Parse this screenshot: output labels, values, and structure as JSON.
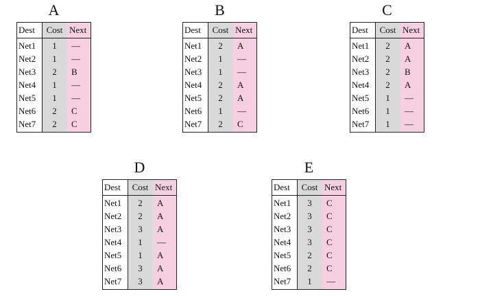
{
  "routers": [
    {
      "label": "A",
      "headers": {
        "dest": "Dest",
        "cost": "Cost",
        "next": "Next"
      },
      "rows": [
        {
          "dest": "Net1",
          "cost": "1",
          "next": "—"
        },
        {
          "dest": "Net2",
          "cost": "1",
          "next": "—"
        },
        {
          "dest": "Net3",
          "cost": "2",
          "next": "B"
        },
        {
          "dest": "Net4",
          "cost": "1",
          "next": "—"
        },
        {
          "dest": "Net5",
          "cost": "1",
          "next": "—"
        },
        {
          "dest": "Net6",
          "cost": "2",
          "next": "C"
        },
        {
          "dest": "Net7",
          "cost": "2",
          "next": "C"
        }
      ]
    },
    {
      "label": "B",
      "headers": {
        "dest": "Dest",
        "cost": "Cost",
        "next": "Next"
      },
      "rows": [
        {
          "dest": "Net1",
          "cost": "2",
          "next": "A"
        },
        {
          "dest": "Net2",
          "cost": "1",
          "next": "—"
        },
        {
          "dest": "Net3",
          "cost": "1",
          "next": "—"
        },
        {
          "dest": "Net4",
          "cost": "2",
          "next": "A"
        },
        {
          "dest": "Net5",
          "cost": "2",
          "next": "A"
        },
        {
          "dest": "Net6",
          "cost": "1",
          "next": "—"
        },
        {
          "dest": "Net7",
          "cost": "2",
          "next": "C"
        }
      ]
    },
    {
      "label": "C",
      "headers": {
        "dest": "Dest",
        "cost": "Cost",
        "next": "Next"
      },
      "rows": [
        {
          "dest": "Net1",
          "cost": "2",
          "next": "A"
        },
        {
          "dest": "Net2",
          "cost": "2",
          "next": "A"
        },
        {
          "dest": "Net3",
          "cost": "2",
          "next": "B"
        },
        {
          "dest": "Net4",
          "cost": "2",
          "next": "A"
        },
        {
          "dest": "Net5",
          "cost": "1",
          "next": "—"
        },
        {
          "dest": "Net6",
          "cost": "1",
          "next": "—"
        },
        {
          "dest": "Net7",
          "cost": "1",
          "next": "—"
        }
      ]
    },
    {
      "label": "D",
      "headers": {
        "dest": "Dest",
        "cost": "Cost",
        "next": "Next"
      },
      "rows": [
        {
          "dest": "Net1",
          "cost": "2",
          "next": "A"
        },
        {
          "dest": "Net2",
          "cost": "2",
          "next": "A"
        },
        {
          "dest": "Net3",
          "cost": "3",
          "next": "A"
        },
        {
          "dest": "Net4",
          "cost": "1",
          "next": "—"
        },
        {
          "dest": "Net5",
          "cost": "1",
          "next": "A"
        },
        {
          "dest": "Net6",
          "cost": "3",
          "next": "A"
        },
        {
          "dest": "Net7",
          "cost": "3",
          "next": "A"
        }
      ]
    },
    {
      "label": "E",
      "headers": {
        "dest": "Dest",
        "cost": "Cost",
        "next": "Next"
      },
      "rows": [
        {
          "dest": "Net1",
          "cost": "3",
          "next": "C"
        },
        {
          "dest": "Net2",
          "cost": "3",
          "next": "C"
        },
        {
          "dest": "Net3",
          "cost": "3",
          "next": "C"
        },
        {
          "dest": "Net4",
          "cost": "3",
          "next": "C"
        },
        {
          "dest": "Net5",
          "cost": "2",
          "next": "C"
        },
        {
          "dest": "Net6",
          "cost": "2",
          "next": "C"
        },
        {
          "dest": "Net7",
          "cost": "1",
          "next": "—"
        }
      ]
    }
  ],
  "colors": {
    "cost_column": "#d9d9d9",
    "next_column": "#f6cfe0",
    "border": "#222222"
  }
}
